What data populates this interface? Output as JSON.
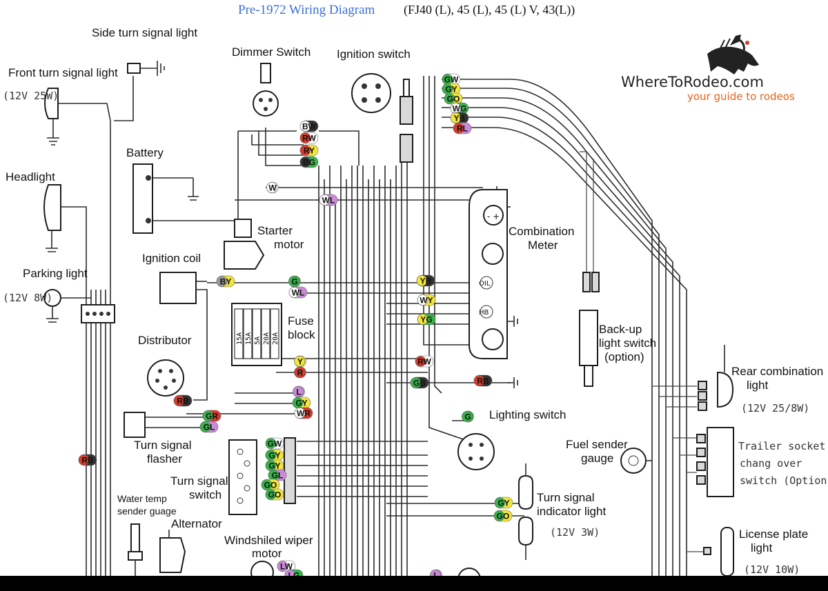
{
  "title": {
    "main": "Pre-1972 Wiring Diagram",
    "models": "(FJ40 (L), 45 (L), 45 (L) V, 43(L))"
  },
  "logo": {
    "name": "WhereToRodeo.com",
    "tagline": "your guide to rodeos"
  },
  "colors": {
    "title": "#3b6fd6",
    "tagline": "#e2621b",
    "red": "#d93a2b",
    "green": "#37b34a",
    "yellow": "#f3e63a",
    "purple": "#c98ad6",
    "white": "#ffffff",
    "black": "#333333",
    "gray": "#9a9a9a"
  },
  "labels": {
    "side_turn": "Side turn signal light",
    "front_turn": "Front turn signal light",
    "front_turn_spec": "(12V 25W)",
    "dimmer": "Dimmer Switch",
    "ignition_switch": "Ignition switch",
    "battery": "Battery",
    "headlight": "Headlight",
    "starter_1": "Starter",
    "starter_2": "motor",
    "ignition_coil": "Ignition coil",
    "combo_meter_1": "Combination",
    "combo_meter_2": "Meter",
    "parking": "Parking light",
    "parking_spec": "(12V 8W)",
    "fuse_1": "Fuse",
    "fuse_2": "block",
    "distributor": "Distributor",
    "backup_1": "Back-up",
    "backup_2": "light switch",
    "backup_3": "(option)",
    "rear_combo_1": "Rear combination",
    "rear_combo_2": "light",
    "rear_combo_spec": "(12V 25/8W)",
    "lighting_switch": "Lighting switch",
    "flasher_1": "Turn signal",
    "flasher_2": "flasher",
    "fuel_sender_1": "Fuel sender",
    "fuel_sender_2": "gauge",
    "trailer_1": "Trailer socket",
    "trailer_2": "chang over",
    "trailer_3": "switch (Option)",
    "ts_switch_1": "Turn signal",
    "ts_switch_2": "switch",
    "water_temp_1": "Water temp",
    "water_temp_2": "sender guage",
    "ts_indicator_1": "Turn signal",
    "ts_indicator_2": "indicator light",
    "ts_indicator_spec": "(12V 3W)",
    "alternator": "Alternator",
    "wiper_1": "Windshiled wiper",
    "wiper_2": "motor",
    "license_1": "License plate",
    "license_2": "light",
    "license_spec": "(12V 10W)",
    "oil": "OIL",
    "hb": "HB",
    "fuses": [
      "15A",
      "15A",
      "5A",
      "20A",
      "20A"
    ]
  },
  "wire_tags": [
    {
      "text": "BW",
      "c1": "white",
      "c2": "black"
    },
    {
      "text": "RW",
      "c1": "red",
      "c2": "white"
    },
    {
      "text": "RY",
      "c1": "red",
      "c2": "yellow"
    },
    {
      "text": "BG",
      "c1": "black",
      "c2": "green"
    },
    {
      "text": "W",
      "c1": "white",
      "c2": "white"
    },
    {
      "text": "WL",
      "c1": "white",
      "c2": "purple"
    },
    {
      "text": "GW",
      "c1": "green",
      "c2": "white"
    },
    {
      "text": "GY",
      "c1": "green",
      "c2": "yellow"
    },
    {
      "text": "GO",
      "c1": "green",
      "c2": "yellow"
    },
    {
      "text": "WG",
      "c1": "white",
      "c2": "green"
    },
    {
      "text": "YB",
      "c1": "yellow",
      "c2": "black"
    },
    {
      "text": "RL",
      "c1": "red",
      "c2": "purple"
    },
    {
      "text": "BY",
      "c1": "gray",
      "c2": "yellow"
    },
    {
      "text": "G",
      "c1": "green",
      "c2": "green"
    },
    {
      "text": "WL",
      "c1": "white",
      "c2": "purple"
    },
    {
      "text": "YB",
      "c1": "yellow",
      "c2": "black"
    },
    {
      "text": "WY",
      "c1": "white",
      "c2": "yellow"
    },
    {
      "text": "YG",
      "c1": "yellow",
      "c2": "green"
    },
    {
      "text": "Y",
      "c1": "yellow",
      "c2": "yellow"
    },
    {
      "text": "R",
      "c1": "red",
      "c2": "red"
    },
    {
      "text": "RW",
      "c1": "red",
      "c2": "white"
    },
    {
      "text": "RB",
      "c1": "red",
      "c2": "black"
    },
    {
      "text": "GB",
      "c1": "green",
      "c2": "black"
    },
    {
      "text": "RB",
      "c1": "red",
      "c2": "black"
    },
    {
      "text": "L",
      "c1": "purple",
      "c2": "purple"
    },
    {
      "text": "GY",
      "c1": "green",
      "c2": "yellow"
    },
    {
      "text": "WR",
      "c1": "white",
      "c2": "red"
    },
    {
      "text": "RB",
      "c1": "red",
      "c2": "black"
    },
    {
      "text": "GR",
      "c1": "green",
      "c2": "red"
    },
    {
      "text": "GL",
      "c1": "green",
      "c2": "purple"
    },
    {
      "text": "G",
      "c1": "green",
      "c2": "green"
    },
    {
      "text": "GW",
      "c1": "green",
      "c2": "white"
    },
    {
      "text": "GY",
      "c1": "green",
      "c2": "yellow"
    },
    {
      "text": "GY",
      "c1": "green",
      "c2": "yellow"
    },
    {
      "text": "GL",
      "c1": "green",
      "c2": "purple"
    },
    {
      "text": "GO",
      "c1": "green",
      "c2": "yellow"
    },
    {
      "text": "GO",
      "c1": "green",
      "c2": "yellow"
    },
    {
      "text": "GY",
      "c1": "green",
      "c2": "yellow"
    },
    {
      "text": "GO",
      "c1": "green",
      "c2": "yellow"
    },
    {
      "text": "LW",
      "c1": "purple",
      "c2": "white"
    },
    {
      "text": "LG",
      "c1": "purple",
      "c2": "green"
    },
    {
      "text": "L",
      "c1": "purple",
      "c2": "purple"
    }
  ]
}
